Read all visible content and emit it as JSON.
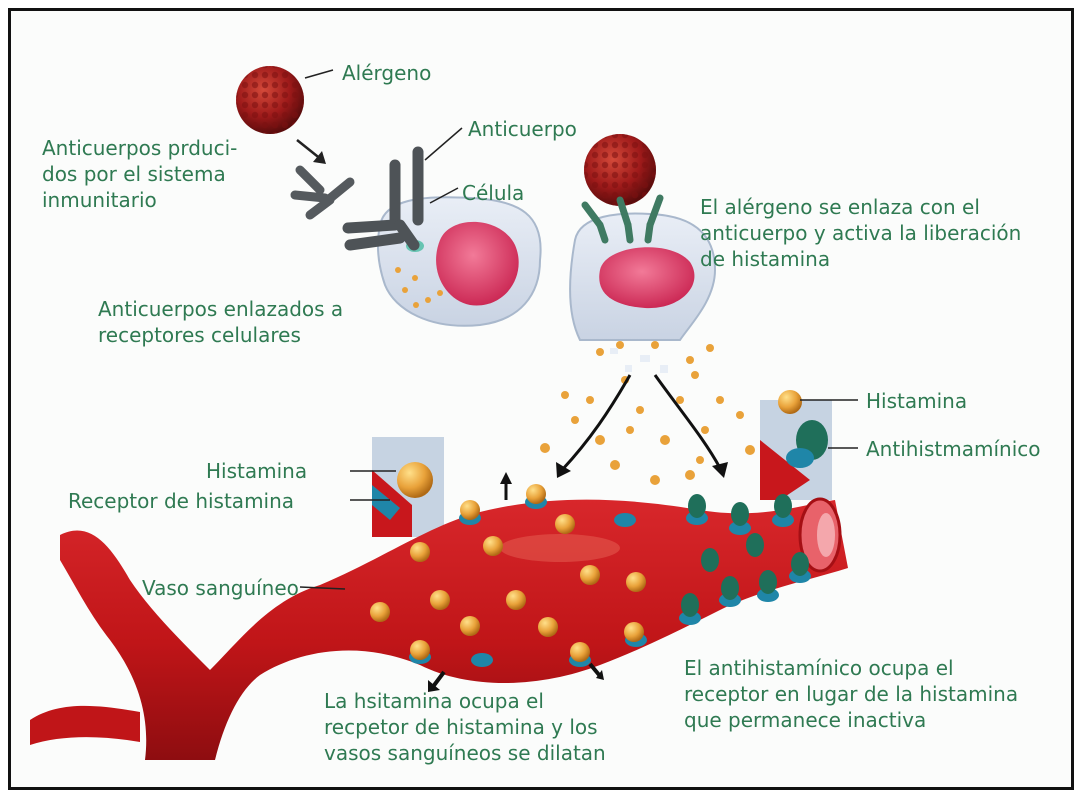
{
  "labels": {
    "alergeno": "Alérgeno",
    "anticuerpos_producidos": "Anticuerpos prduci-\ndos por el sistema\ninmunitario",
    "anticuerpo": "Anticuerpo",
    "celula": "Célula",
    "alergeno_enlaza": "El alérgeno se enlaza con el\nanticuerpo y activa la liberación\nde histamina",
    "anticuerpos_enlazados": "Anticuerpos enlazados a\nreceptores celulares",
    "histamina_right": "Histamina",
    "antihistaminico": "Antihistmamínico",
    "histamina_left": "Histamina",
    "receptor_histamina": "Receptor de histamina",
    "vaso_sanguineo": "Vaso sanguíneo",
    "antihistaminico_ocupa": "El antihistamínico ocupa el\nreceptor en lugar de la histamina\nque permanece inactiva",
    "histamina_ocupa": "La hsitamina ocupa el\nrecpetor de histamina y los\nvasos sanguíneos se dilatan"
  },
  "colors": {
    "text": "#2f7a52",
    "vessel": "#c8171c",
    "allergen": "#9e1a1a",
    "histamine": "#e9a23a",
    "receptor": "#1f86a8",
    "antihistamine": "#1f6f5a",
    "cell_nucleus": "#e0406a",
    "antibody": "#555a5e"
  }
}
